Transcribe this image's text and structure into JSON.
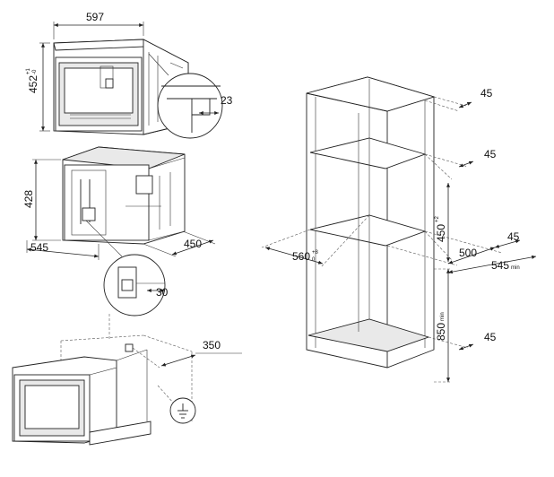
{
  "diagram": {
    "appliance_top": {
      "width_label": "597",
      "height_label": "452",
      "height_tol_plus": "+1",
      "height_tol_minus": "-0",
      "detail_label": "23"
    },
    "appliance_middle": {
      "height_label": "428",
      "depth_label": "545",
      "width_label": "450",
      "detail_label": "30"
    },
    "appliance_bottom": {
      "cable_label": "350"
    },
    "cabinet": {
      "top_gap_label": "45",
      "mid_gap_label": "45",
      "niche_height_label": "450",
      "niche_height_tol": "+2",
      "niche_width_label": "560",
      "niche_width_tol_plus": "+8",
      "niche_width_tol_minus": "0",
      "depth_label": "500",
      "depth_gap_label": "45",
      "depth_min_label": "545",
      "depth_min_suffix": "min",
      "floor_height_label": "850",
      "floor_height_suffix": "min",
      "bottom_gap_label": "45"
    }
  }
}
